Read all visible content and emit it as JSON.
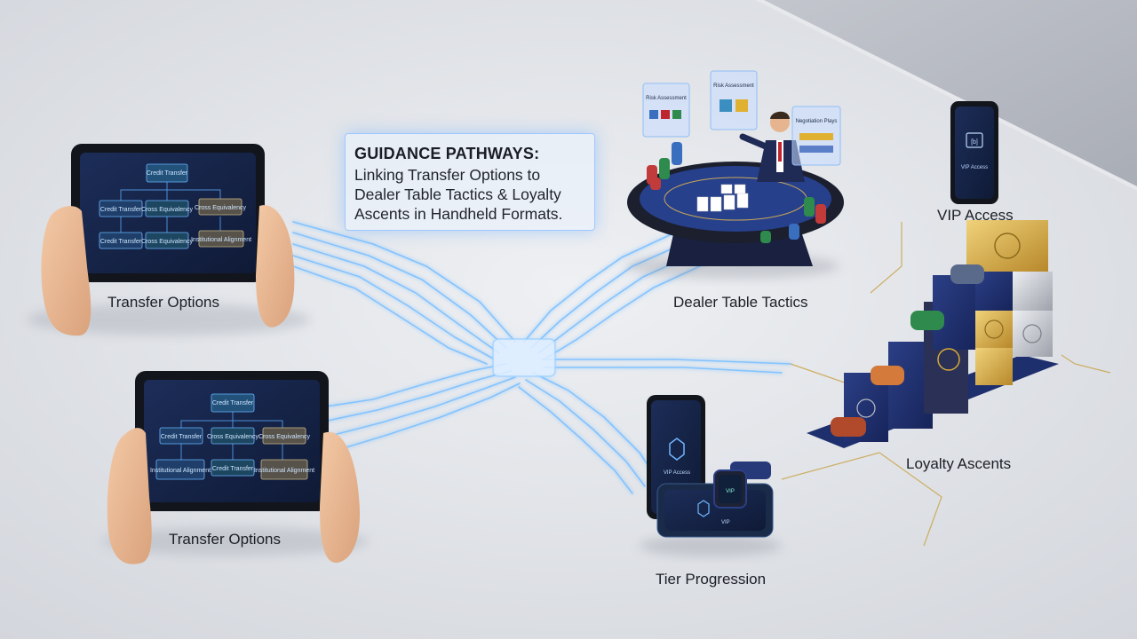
{
  "callout": {
    "title": "GUIDANCE PATHWAYS:",
    "line1": "Linking Transfer Options to",
    "line2": "Dealer Table Tactics & Loyalty",
    "line3": "Ascents in Handheld Formats."
  },
  "labels": {
    "transfer_top": "Transfer Options",
    "transfer_bottom": "Transfer Options",
    "dealer": "Dealer Table Tactics",
    "vip": "VIP Access",
    "loyalty": "Loyalty Ascents",
    "tier": "Tier Progression"
  },
  "tablet_top": {
    "nodes": [
      "Credit Transfer",
      "Credit Transfer",
      "Cross Equivalency",
      "Cross Equivalency",
      "Credit Transfer",
      "Cross Equivalency",
      "Institutional Alignment"
    ]
  },
  "tablet_bottom": {
    "nodes": [
      "Credit Transfer",
      "Credit Transfer",
      "Cross Equivalency",
      "Cross Equivalency",
      "Institutional Alignment",
      "Credit Transfer",
      "Institutional Alignment"
    ]
  },
  "panels": {
    "risk": "Risk Assessment",
    "risk2": "Risk Assessment",
    "negotiation": "Negotiation Plays"
  },
  "devices": {
    "phone_screen": "VIP Access",
    "phone_top_screen": "VIP Access",
    "phone_top_icon": "[b]",
    "watch_screen": "VIP",
    "base_screen": "VIP"
  },
  "colors": {
    "navy": "#1e2f6e",
    "gold": "#d4a93a",
    "silver": "#b9bcc4",
    "glow": "#6fb6ff",
    "screen": "#14213f"
  }
}
